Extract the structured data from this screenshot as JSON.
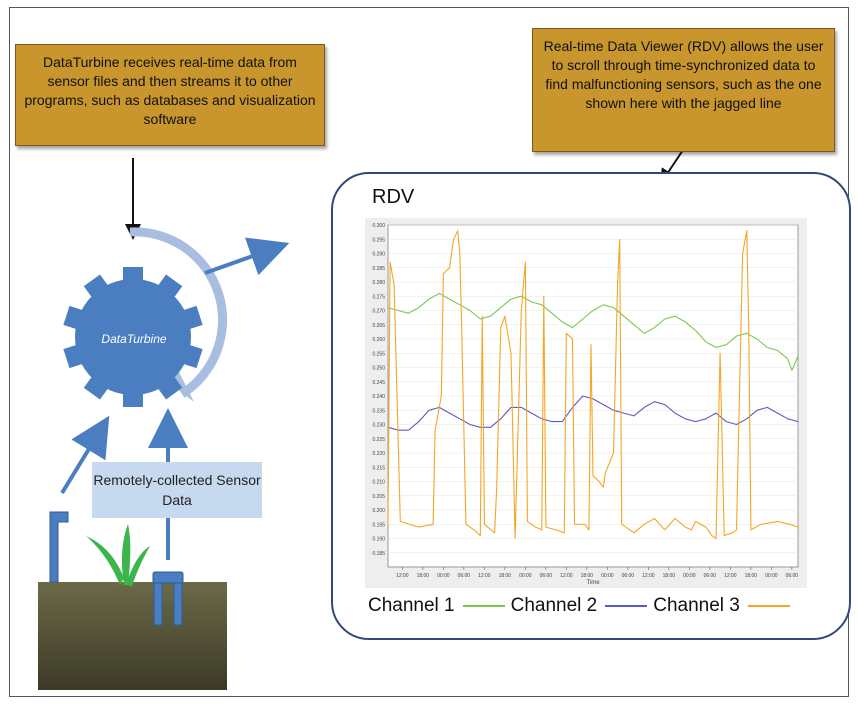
{
  "callouts": {
    "datatturbine": "DataTurbine receives real-time data from sensor files and then streams it to other programs, such as databases and visualization software",
    "rdv": "Real-time Data Viewer (RDV) allows the user to scroll through time-synchronized data to find malfunctioning sensors, such as the one shown here with the jagged line"
  },
  "gear_label": "DataTurbine",
  "remote_label": "Remotely-collected Sensor Data",
  "rdv_title": "RDV",
  "colors": {
    "accent_blue": "#4a7ec0",
    "callout_gold": "#c8962c",
    "channel1": "#7ac850",
    "channel2": "#5a5acc",
    "channel3": "#f5a623",
    "soil_top": "#6b6a48",
    "soil_bottom": "#3c3a26",
    "plant": "#3cb54a"
  },
  "chart_data": {
    "type": "line",
    "title": "",
    "xlabel": "Time",
    "ylabel": "",
    "ylim": [
      0.18,
      0.3
    ],
    "yticks": [
      "0.300",
      "0.295",
      "0.290",
      "0.285",
      "0.280",
      "0.275",
      "0.270",
      "0.265",
      "0.260",
      "0.255",
      "0.250",
      "0.245",
      "0.240",
      "0.235",
      "0.230",
      "0.225",
      "0.220",
      "0.215",
      "0.210",
      "0.205",
      "0.200",
      "0.195",
      "0.190",
      "0.185"
    ],
    "xticks": [
      "12:00",
      "18:00",
      "00:00",
      "06:00",
      "12:00",
      "18:00",
      "00:00",
      "06:00",
      "12:00",
      "18:00",
      "00:00",
      "06:00",
      "12:00",
      "18:00",
      "00:00",
      "06:00",
      "12:00",
      "18:00",
      "00:00",
      "06:00"
    ],
    "legend": [
      "Channel 1",
      "Channel 2",
      "Channel 3"
    ],
    "series": [
      {
        "name": "Channel 1",
        "points": [
          [
            0,
            0.271
          ],
          [
            0.5,
            0.27
          ],
          [
            1,
            0.269
          ],
          [
            1.5,
            0.271
          ],
          [
            2,
            0.274
          ],
          [
            2.5,
            0.276
          ],
          [
            3,
            0.274
          ],
          [
            3.5,
            0.272
          ],
          [
            4,
            0.27
          ],
          [
            4.5,
            0.267
          ],
          [
            5,
            0.268
          ],
          [
            5.5,
            0.271
          ],
          [
            6,
            0.274
          ],
          [
            6.5,
            0.275
          ],
          [
            7,
            0.273
          ],
          [
            7.5,
            0.272
          ],
          [
            8,
            0.269
          ],
          [
            8.5,
            0.266
          ],
          [
            9,
            0.264
          ],
          [
            9.5,
            0.267
          ],
          [
            10,
            0.27
          ],
          [
            10.5,
            0.272
          ],
          [
            11,
            0.271
          ],
          [
            11.5,
            0.268
          ],
          [
            12,
            0.265
          ],
          [
            12.5,
            0.262
          ],
          [
            13,
            0.264
          ],
          [
            13.5,
            0.267
          ],
          [
            14,
            0.268
          ],
          [
            14.5,
            0.266
          ],
          [
            15,
            0.263
          ],
          [
            15.5,
            0.259
          ],
          [
            16,
            0.257
          ],
          [
            16.5,
            0.258
          ],
          [
            17,
            0.261
          ],
          [
            17.5,
            0.262
          ],
          [
            18,
            0.26
          ],
          [
            18.5,
            0.257
          ],
          [
            19,
            0.256
          ],
          [
            19.5,
            0.253
          ],
          [
            19.7,
            0.249
          ],
          [
            20,
            0.254
          ]
        ]
      },
      {
        "name": "Channel 2",
        "points": [
          [
            0,
            0.229
          ],
          [
            0.5,
            0.228
          ],
          [
            1,
            0.228
          ],
          [
            1.5,
            0.231
          ],
          [
            2,
            0.235
          ],
          [
            2.5,
            0.236
          ],
          [
            3,
            0.234
          ],
          [
            3.5,
            0.232
          ],
          [
            4,
            0.23
          ],
          [
            4.5,
            0.229
          ],
          [
            5,
            0.229
          ],
          [
            5.5,
            0.232
          ],
          [
            6,
            0.236
          ],
          [
            6.5,
            0.236
          ],
          [
            7,
            0.234
          ],
          [
            7.5,
            0.232
          ],
          [
            8,
            0.231
          ],
          [
            8.5,
            0.231
          ],
          [
            9,
            0.236
          ],
          [
            9.5,
            0.24
          ],
          [
            10,
            0.239
          ],
          [
            10.5,
            0.237
          ],
          [
            11,
            0.235
          ],
          [
            11.5,
            0.234
          ],
          [
            12,
            0.233
          ],
          [
            12.5,
            0.236
          ],
          [
            13,
            0.238
          ],
          [
            13.5,
            0.237
          ],
          [
            14,
            0.234
          ],
          [
            14.5,
            0.232
          ],
          [
            15,
            0.231
          ],
          [
            15.5,
            0.232
          ],
          [
            16,
            0.234
          ],
          [
            16.5,
            0.231
          ],
          [
            17,
            0.23
          ],
          [
            17.5,
            0.232
          ],
          [
            18,
            0.235
          ],
          [
            18.5,
            0.236
          ],
          [
            19,
            0.234
          ],
          [
            19.5,
            0.232
          ],
          [
            20,
            0.231
          ]
        ]
      },
      {
        "name": "Channel 3",
        "points": [
          [
            0,
            0.195
          ],
          [
            0.1,
            0.287
          ],
          [
            0.3,
            0.279
          ],
          [
            0.6,
            0.196
          ],
          [
            1.5,
            0.194
          ],
          [
            2.2,
            0.195
          ],
          [
            2.3,
            0.228
          ],
          [
            2.6,
            0.24
          ],
          [
            2.7,
            0.283
          ],
          [
            3.0,
            0.285
          ],
          [
            3.2,
            0.295
          ],
          [
            3.4,
            0.298
          ],
          [
            3.5,
            0.29
          ],
          [
            3.6,
            0.262
          ],
          [
            3.8,
            0.195
          ],
          [
            4.2,
            0.193
          ],
          [
            4.5,
            0.191
          ],
          [
            4.6,
            0.268
          ],
          [
            4.7,
            0.195
          ],
          [
            5.2,
            0.192
          ],
          [
            5.3,
            0.207
          ],
          [
            5.5,
            0.264
          ],
          [
            5.7,
            0.268
          ],
          [
            6,
            0.255
          ],
          [
            6.2,
            0.19
          ],
          [
            6.5,
            0.27
          ],
          [
            6.7,
            0.287
          ],
          [
            6.8,
            0.196
          ],
          [
            7.2,
            0.194
          ],
          [
            7.5,
            0.193
          ],
          [
            7.6,
            0.275
          ],
          [
            7.7,
            0.194
          ],
          [
            8.2,
            0.193
          ],
          [
            8.6,
            0.192
          ],
          [
            8.7,
            0.262
          ],
          [
            9.0,
            0.26
          ],
          [
            9.1,
            0.195
          ],
          [
            9.6,
            0.195
          ],
          [
            9.8,
            0.193
          ],
          [
            9.9,
            0.258
          ],
          [
            10.0,
            0.212
          ],
          [
            10.3,
            0.21
          ],
          [
            10.5,
            0.208
          ],
          [
            10.6,
            0.213
          ],
          [
            11.0,
            0.22
          ],
          [
            11.2,
            0.28
          ],
          [
            11.3,
            0.295
          ],
          [
            11.4,
            0.195
          ],
          [
            12,
            0.192
          ],
          [
            12.5,
            0.195
          ],
          [
            13.0,
            0.197
          ],
          [
            13.5,
            0.193
          ],
          [
            14.0,
            0.197
          ],
          [
            14.5,
            0.194
          ],
          [
            14.8,
            0.193
          ],
          [
            15.0,
            0.196
          ],
          [
            15.5,
            0.194
          ],
          [
            15.8,
            0.191
          ],
          [
            16.0,
            0.19
          ],
          [
            16.2,
            0.255
          ],
          [
            16.4,
            0.191
          ],
          [
            16.8,
            0.192
          ],
          [
            17.0,
            0.193
          ],
          [
            17.3,
            0.29
          ],
          [
            17.5,
            0.298
          ],
          [
            17.6,
            0.262
          ],
          [
            17.7,
            0.193
          ],
          [
            18.2,
            0.195
          ],
          [
            19,
            0.196
          ],
          [
            19.6,
            0.195
          ],
          [
            20,
            0.194
          ]
        ]
      }
    ]
  }
}
